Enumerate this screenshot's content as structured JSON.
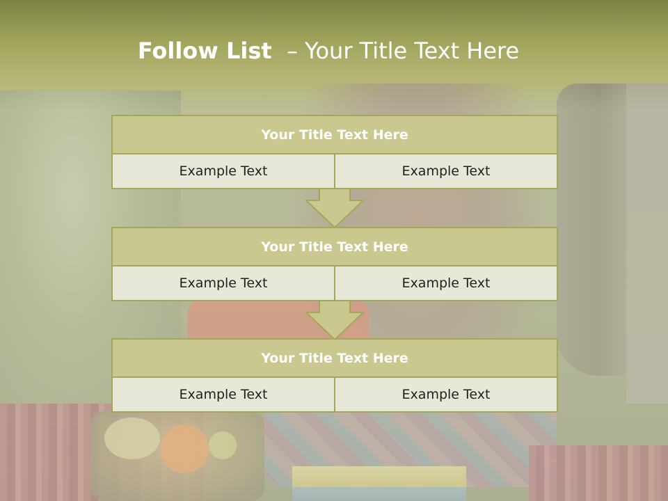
{
  "title": {
    "bold": "Follow List ",
    "rest": " – Your Title Text Here"
  },
  "blocks": [
    {
      "heading": "Your Title Text Here",
      "left": "Example Text",
      "right": "Example Text"
    },
    {
      "heading": "Your Title Text Here",
      "left": "Example Text",
      "right": "Example Text"
    },
    {
      "heading": "Your Title Text Here",
      "left": "Example Text",
      "right": "Example Text"
    }
  ],
  "colors": {
    "accent": "#a4a65a",
    "header_fill": "#c9c98f",
    "row_fill": "#e8e8d9"
  }
}
